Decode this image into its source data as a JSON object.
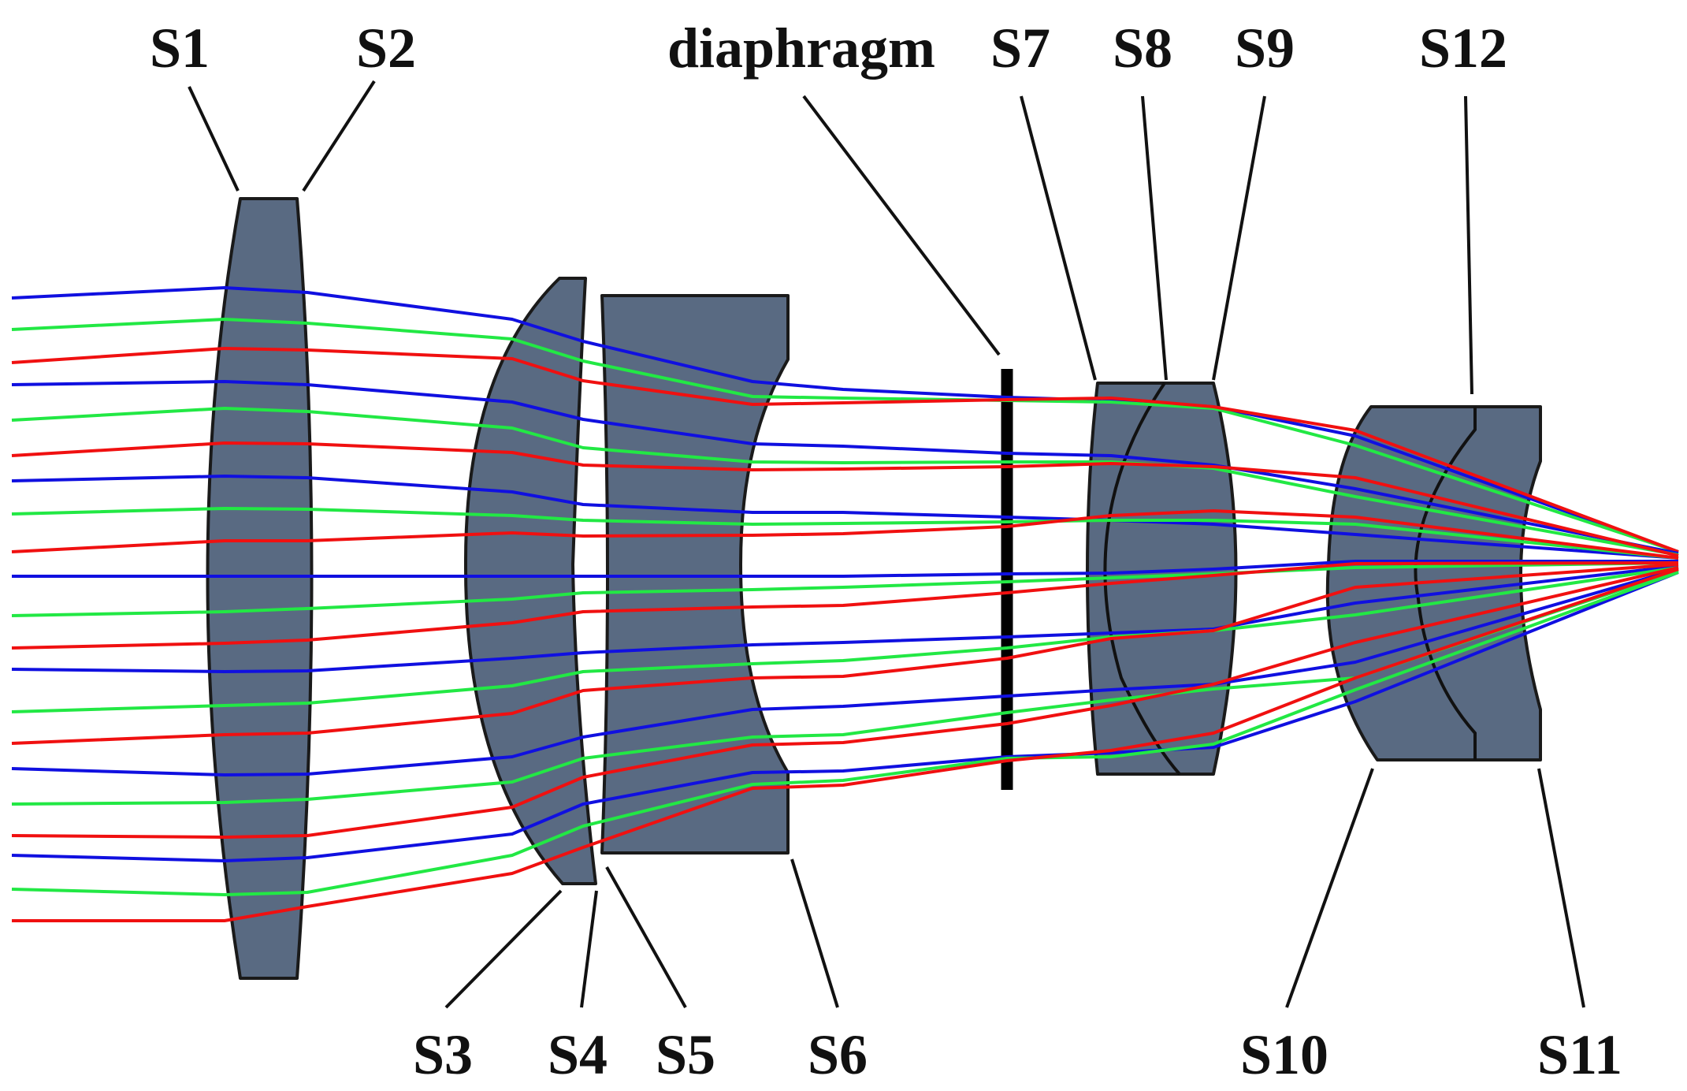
{
  "labels": {
    "s1": "S1",
    "s2": "S2",
    "s3": "S3",
    "s4": "S4",
    "s5": "S5",
    "s6": "S6",
    "s7": "S7",
    "s8": "S8",
    "s9": "S9",
    "s10": "S10",
    "s11": "S11",
    "s12": "S12",
    "diaphragm": "diaphragm"
  },
  "colors": {
    "lens_fill": "#596a82",
    "lens_stroke": "#1a1a1a",
    "ray_blue": "#1010e0",
    "ray_green": "#22e844",
    "ray_red": "#f01010",
    "diaphragm": "#000000"
  },
  "ray_order_top_to_bottom": [
    "blue",
    "green",
    "red"
  ]
}
